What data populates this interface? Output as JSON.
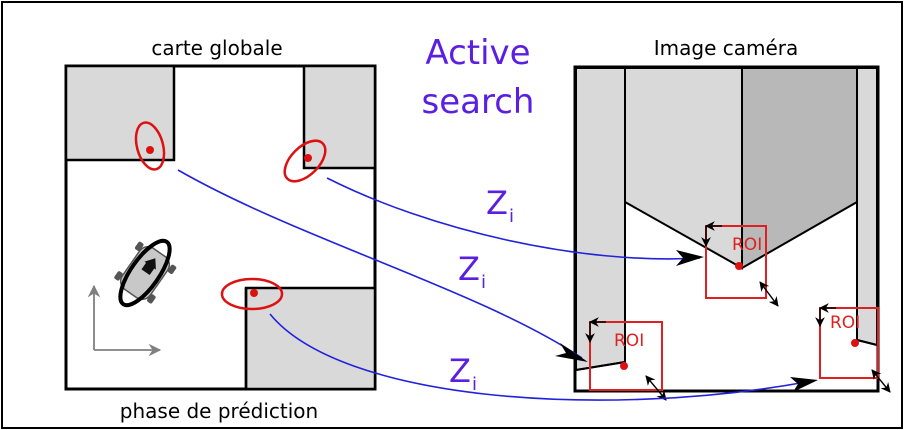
{
  "labels": {
    "map_title": "carte globale",
    "camera_title": "Image caméra",
    "active_line1": "Active",
    "active_line2": "search",
    "footer": "phase de prédiction"
  },
  "measurements": [
    {
      "letter": "Z",
      "sub": "i"
    },
    {
      "letter": "Z",
      "sub": "i"
    },
    {
      "letter": "Z",
      "sub": "i"
    }
  ],
  "roi_label": "ROI",
  "colors": {
    "active_search": "#5a1fe0",
    "projection_arrows": "#2222dd",
    "landmark": "#dd1111",
    "roi_box": "#e02020",
    "wall_fill": "#d9d9d9",
    "dark_wall_fill": "#b8b8b8",
    "outline": "#000000",
    "robot_fill": "#c8c8c8",
    "axes": "#808080"
  }
}
